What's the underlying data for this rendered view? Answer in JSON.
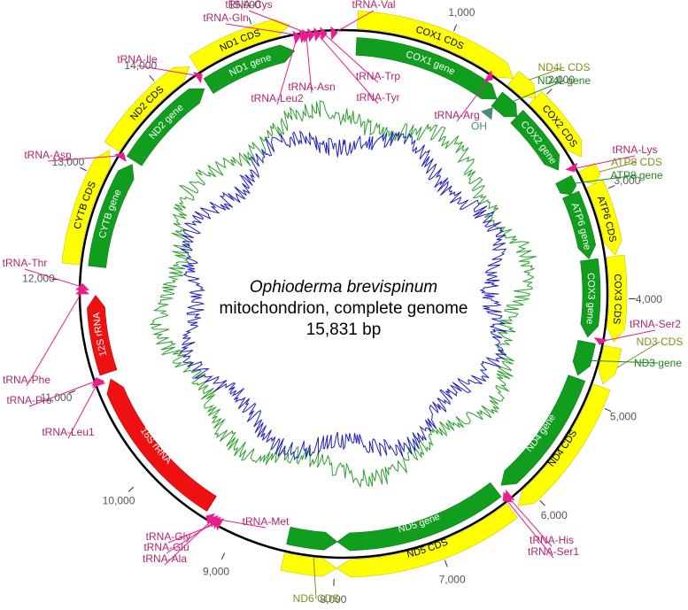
{
  "title": {
    "organism": "Ophioderma brevispinum",
    "description": "mitochondrion, complete genome",
    "size": "15,831 bp"
  },
  "genome_length": 15831,
  "origin_label": "15,831",
  "colors": {
    "cds": "#ffff00",
    "gene": "#119e1f",
    "rrna": "#ee1111",
    "trna": "#e91e8c",
    "trna_text": "#b3246f",
    "cds_text": "#8a8a1a",
    "gene_text": "#1c8a1c",
    "origin": "#4a8a7a",
    "gc_skew": "#2ca02c",
    "gc_content": "#1f1fbf",
    "backbone": "#000000",
    "tick_text": "#555555"
  },
  "ticks": [
    "1,000",
    "2,000",
    "3,000",
    "4,000",
    "5,000",
    "6,000",
    "7,000",
    "8,000",
    "9,000",
    "10,000",
    "11,000",
    "12,000",
    "13,000",
    "14,000",
    "15,000"
  ],
  "cds": [
    {
      "name": "COX1 CDS",
      "start": 130,
      "end": 1680,
      "strand": 1
    },
    {
      "name": "COX2 CDS",
      "start": 1950,
      "end": 2640,
      "strand": 1
    },
    {
      "name": "ATP8 CDS",
      "start": 2750,
      "end": 2920,
      "strand": 1
    },
    {
      "name": "ATP6 CDS",
      "start": 2920,
      "end": 3600,
      "strand": 1
    },
    {
      "name": "COX3 CDS",
      "start": 3610,
      "end": 4400,
      "strand": 1
    },
    {
      "name": "ND4L CDS",
      "start": 1680,
      "end": 1950,
      "strand": 1
    },
    {
      "name": "ND3 CDS",
      "start": 4450,
      "end": 4800,
      "strand": 1
    },
    {
      "name": "ND4 CDS",
      "start": 4830,
      "end": 6180,
      "strand": 1
    },
    {
      "name": "ND5 CDS",
      "start": 6250,
      "end": 7980,
      "strand": 1
    },
    {
      "name": "ND6 CDS",
      "start": 7980,
      "end": 8480,
      "strand": -1
    },
    {
      "name": "CYTB CDS",
      "start": 12150,
      "end": 13260,
      "strand": 1
    },
    {
      "name": "ND2 CDS",
      "start": 13300,
      "end": 14330,
      "strand": 1
    },
    {
      "name": "ND1 CDS",
      "start": 14380,
      "end": 15330,
      "strand": 1
    }
  ],
  "genes": [
    {
      "name": "COX1 gene",
      "start": 130,
      "end": 1680,
      "strand": 1
    },
    {
      "name": "ND4L gene",
      "start": 1680,
      "end": 1950,
      "strand": 1
    },
    {
      "name": "COX2 gene",
      "start": 1950,
      "end": 2640,
      "strand": 1
    },
    {
      "name": "ATP8 gene",
      "start": 2750,
      "end": 2920,
      "strand": 1
    },
    {
      "name": "ATP6 gene",
      "start": 2920,
      "end": 3600,
      "strand": 1
    },
    {
      "name": "COX3 gene",
      "start": 3610,
      "end": 4400,
      "strand": 1
    },
    {
      "name": "ND3 gene",
      "start": 4450,
      "end": 4800,
      "strand": 1
    },
    {
      "name": "ND4 gene",
      "start": 4830,
      "end": 6180,
      "strand": 1
    },
    {
      "name": "ND5 gene",
      "start": 6250,
      "end": 7980,
      "strand": 1
    },
    {
      "name": "ND6 gene",
      "start": 7980,
      "end": 8480,
      "strand": -1
    },
    {
      "name": "CYTB gene",
      "start": 12150,
      "end": 13260,
      "strand": 1
    },
    {
      "name": "ND2 gene",
      "start": 13300,
      "end": 14330,
      "strand": 1
    },
    {
      "name": "ND1 gene",
      "start": 14380,
      "end": 15330,
      "strand": 1
    }
  ],
  "rrna": [
    {
      "name": "12S rRNA",
      "start": 11060,
      "end": 11860,
      "strand": 1
    },
    {
      "name": "16S rRNA",
      "start": 9330,
      "end": 10990,
      "strand": 1
    }
  ],
  "trna": [
    {
      "name": "tRNA-Cys",
      "pos": 15520
    },
    {
      "name": "tRNA-Gln",
      "pos": 15440
    },
    {
      "name": "tRNA-Val",
      "pos": 15740
    },
    {
      "name": "tRNA-Ile",
      "pos": 14360
    },
    {
      "name": "tRNA-Asn",
      "pos": 15470
    },
    {
      "name": "tRNA-Leu2",
      "pos": 15380
    },
    {
      "name": "tRNA-Trp",
      "pos": 15640
    },
    {
      "name": "tRNA-Tyr",
      "pos": 15580
    },
    {
      "name": "tRNA-Arg",
      "pos": 1500
    },
    {
      "name": "tRNA-Lys",
      "pos": 2700
    },
    {
      "name": "tRNA-Asp",
      "pos": 13280
    },
    {
      "name": "tRNA-Thr",
      "pos": 11940
    },
    {
      "name": "tRNA-Phe",
      "pos": 11900
    },
    {
      "name": "tRNA-Pro",
      "pos": 11020
    },
    {
      "name": "tRNA-Leu1",
      "pos": 11000
    },
    {
      "name": "tRNA-Ser2",
      "pos": 4420
    },
    {
      "name": "tRNA-His",
      "pos": 6200
    },
    {
      "name": "tRNA-Ser1",
      "pos": 6230
    },
    {
      "name": "tRNA-Met",
      "pos": 9280
    },
    {
      "name": "tRNA-Gly",
      "pos": 9180
    },
    {
      "name": "tRNA-Glu",
      "pos": 9210
    },
    {
      "name": "tRNA-Ala",
      "pos": 9240
    }
  ],
  "origin": {
    "label": "OH",
    "pos": 1700
  }
}
